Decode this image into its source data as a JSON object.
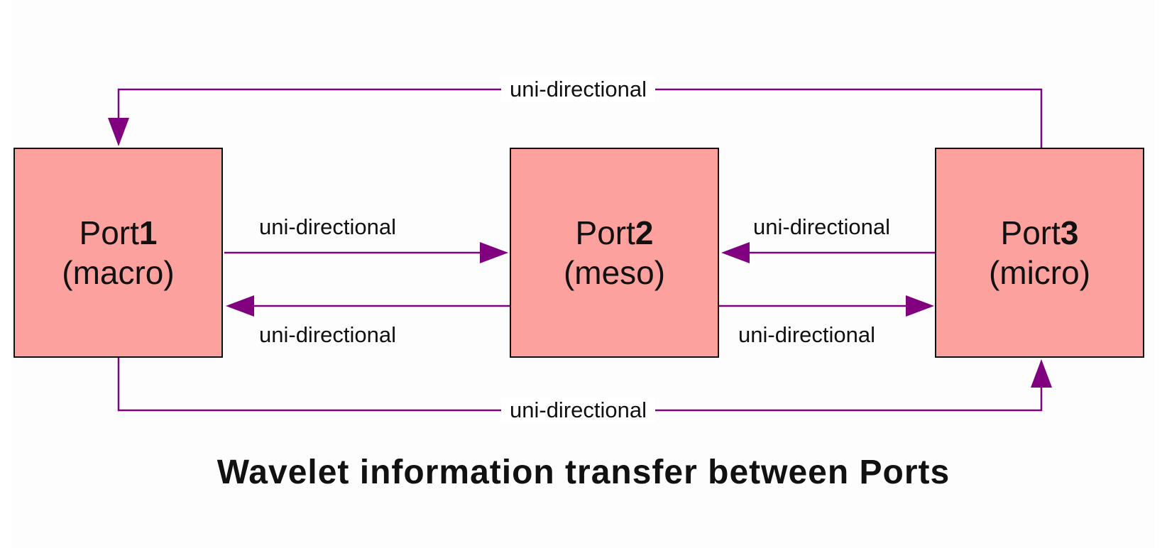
{
  "diagram": {
    "title": "Wavelet information transfer between Ports",
    "colors": {
      "box_fill": "#fca19e",
      "box_border": "#111111",
      "arrow": "#800080"
    },
    "ports": [
      {
        "name": "Port",
        "number": "1",
        "level": "(macro)"
      },
      {
        "name": "Port",
        "number": "2",
        "level": "(meso)"
      },
      {
        "name": "Port",
        "number": "3",
        "level": "(micro)"
      }
    ],
    "edges": [
      {
        "from": "Port1",
        "to": "Port2",
        "label": "uni-directional"
      },
      {
        "from": "Port2",
        "to": "Port1",
        "label": "uni-directional"
      },
      {
        "from": "Port3",
        "to": "Port2",
        "label": "uni-directional"
      },
      {
        "from": "Port2",
        "to": "Port3",
        "label": "uni-directional"
      },
      {
        "from": "Port3",
        "to": "Port1",
        "label": "uni-directional"
      },
      {
        "from": "Port1",
        "to": "Port3",
        "label": "uni-directional"
      }
    ]
  }
}
